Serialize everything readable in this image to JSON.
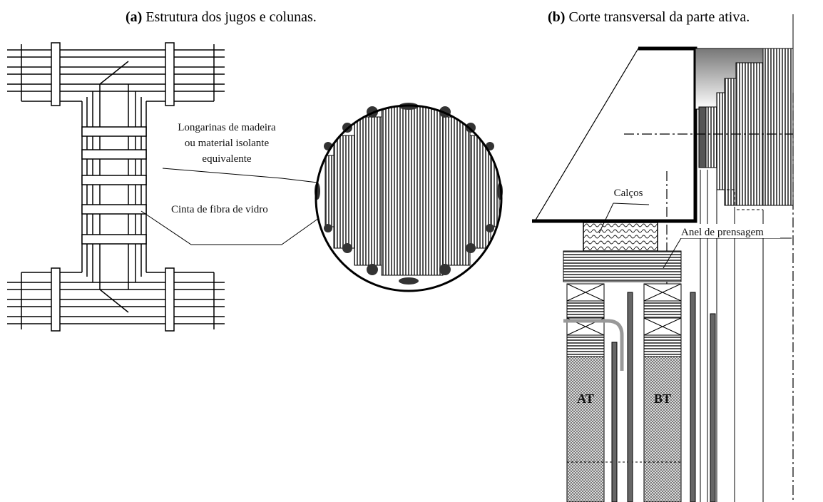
{
  "captions": {
    "a_letter": "(a)",
    "a_text": " Estrutura dos jugos e colunas.",
    "b_letter": "(b)",
    "b_text": " Corte transversal da parte ativa."
  },
  "labels_a": {
    "longarinas_1": "Longarinas de madeira",
    "longarinas_2": "ou material isolante",
    "longarinas_3": "equivalente",
    "cinta": "Cinta de fibra de vidro"
  },
  "labels_b": {
    "calcos": "Calços",
    "anel": "Anel de prensagem",
    "at": "AT",
    "bt": "BT"
  }
}
